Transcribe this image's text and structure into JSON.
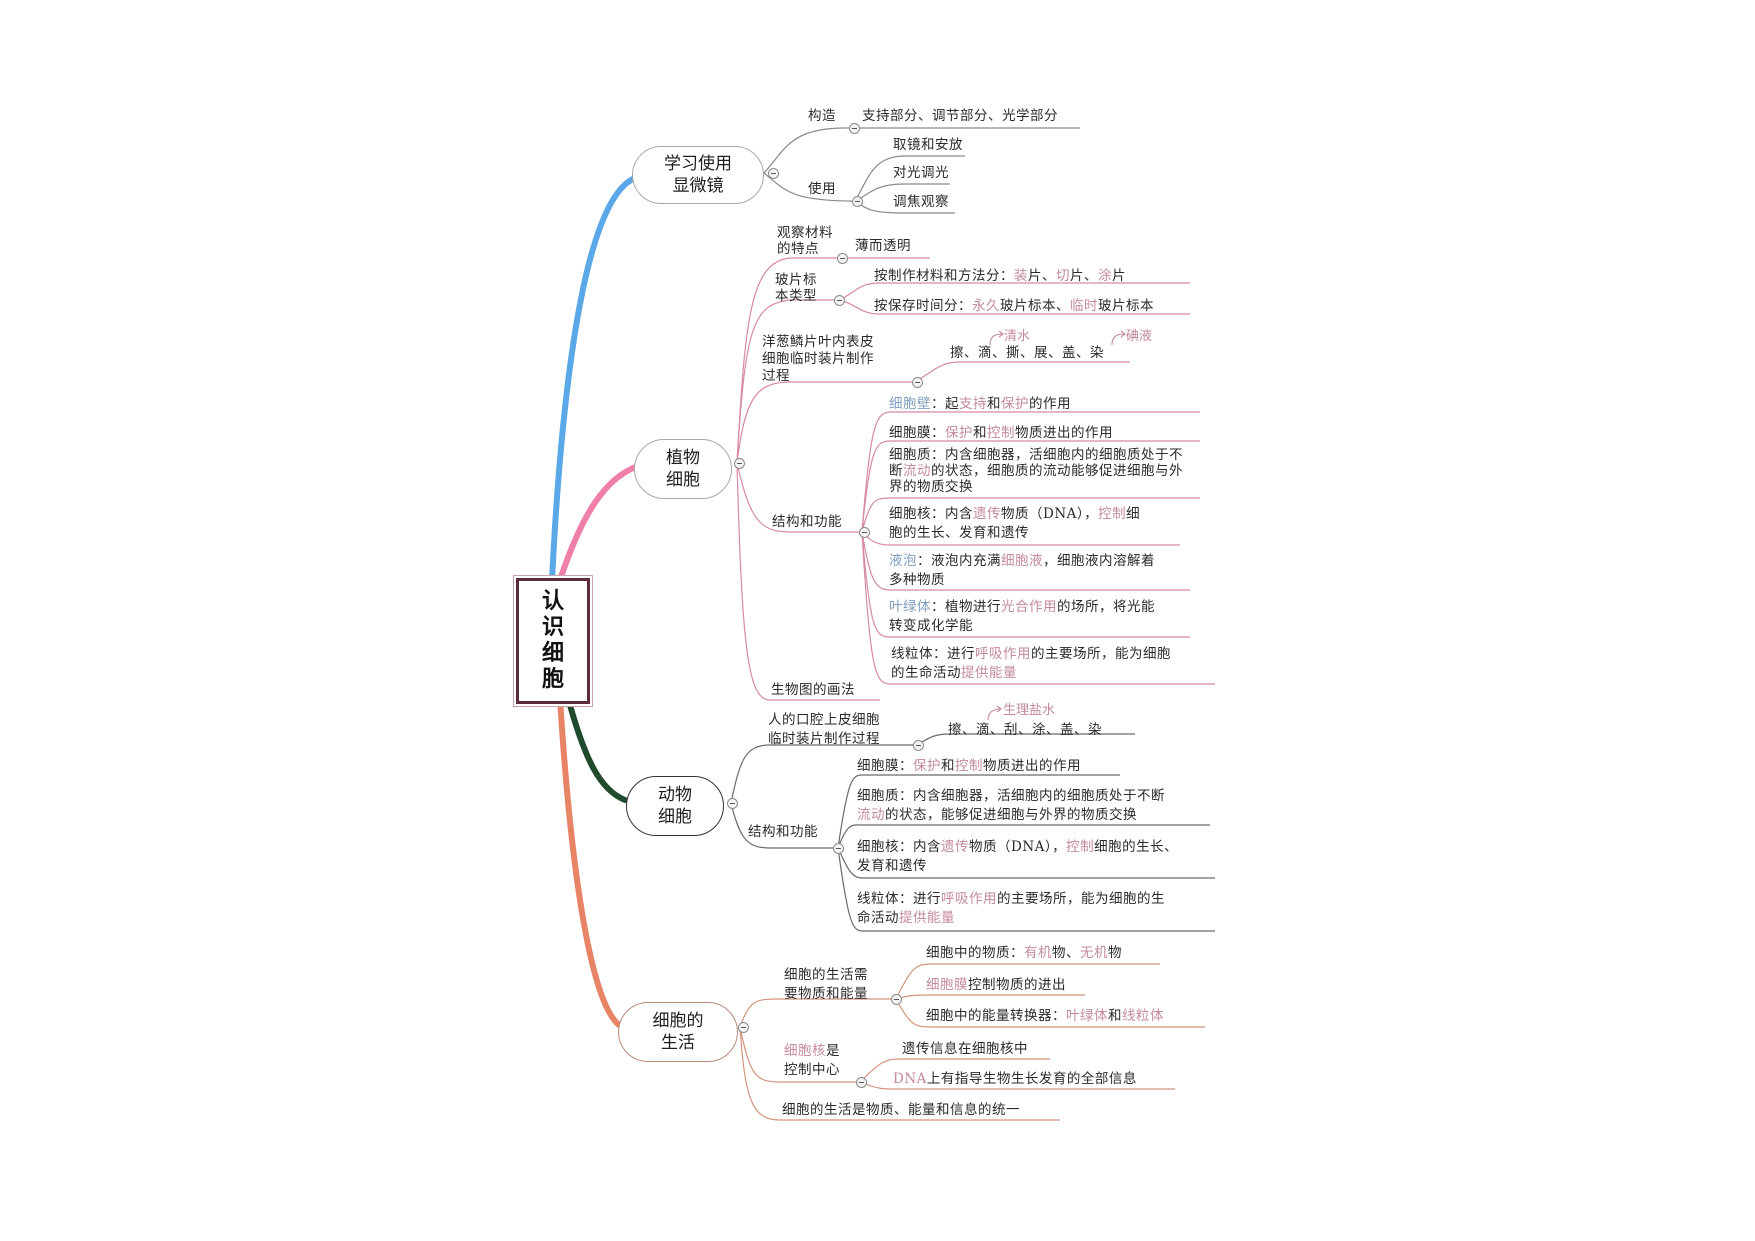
{
  "root": {
    "title": "认识细胞"
  },
  "branches": {
    "microscope": {
      "title": [
        "学习使用",
        "显微镜"
      ],
      "structure_label": "构造",
      "structure_detail": "支持部分、调节部分、光学部分",
      "use_label": "使用",
      "use_items": [
        "取镜和安放",
        "对光调光",
        "调焦观察"
      ]
    },
    "plant": {
      "title": [
        "植物",
        "细胞"
      ],
      "material_label": [
        "观察材料",
        "的特点"
      ],
      "material_detail": "薄而透明",
      "slide_label": [
        "玻片标",
        "本类型"
      ],
      "slide_by_method": {
        "pre": "按制作材料和方法分：",
        "a": "装",
        "a2": "片、",
        "b": "切",
        "b2": "片、",
        "c": "涂",
        "c2": "片"
      },
      "slide_by_time": {
        "pre": "按保存时间分：",
        "a": "永久",
        "a2": "玻片标本、",
        "b": "临时",
        "b2": "玻片标本"
      },
      "onion_label": [
        "洋葱鳞片叶内表皮",
        "细胞临时装片制作",
        "过程"
      ],
      "onion_steps": "擦、滴、撕、展、盖、染",
      "onion_note1": "清水",
      "onion_note2": "碘液",
      "structure_label": "结构和功能",
      "cell_wall": {
        "name": "细胞壁",
        "t1": "：起",
        "k1": "支持",
        "t2": "和",
        "k2": "保护",
        "t3": "的作用"
      },
      "membrane": {
        "name": "细胞膜：",
        "k1": "保护",
        "t1": "和",
        "k2": "控制",
        "t2": "物质进出的作用"
      },
      "cytoplasm": {
        "l1": "细胞质：内含细胞器，活细胞内的细胞质处于不",
        "l2a": "断",
        "l2k": "流动",
        "l2b": "的状态，细胞质的流动能够促进细胞与外",
        "l3": "界的物质交换"
      },
      "nucleus": {
        "l1a": "细胞核：内含",
        "k1": "遗传",
        "l1b": "物质（DNA），",
        "k2": "控制",
        "l1c": "细",
        "l2": "胞的生长、发育和遗传"
      },
      "vacuole": {
        "name": "液泡",
        "l1a": "：液泡内充满",
        "k1": "细胞液",
        "l1b": "，细胞液内溶解着",
        "l2": "多种物质"
      },
      "chloroplast": {
        "name": "叶绿体",
        "l1a": "：植物进行",
        "k1": "光合作用",
        "l1b": "的场所，将光能",
        "l2": "转变成化学能"
      },
      "mitochondria": {
        "l1a": "线粒体：进行",
        "k1": "呼吸作用",
        "l1b": "的主要场所，能为细胞",
        "l2a": "的生命活动",
        "k2": "提供能量"
      },
      "drawing_label": "生物图的画法"
    },
    "animal": {
      "title": [
        "动物",
        "细胞"
      ],
      "cheek_label": [
        "人的口腔上皮细胞",
        "临时装片制作过程"
      ],
      "cheek_steps": "擦、滴、刮、涂、盖、染",
      "cheek_note": "生理盐水",
      "structure_label": "结构和功能",
      "membrane": {
        "name": "细胞膜：",
        "k1": "保护",
        "t1": "和",
        "k2": "控制",
        "t2": "物质进出的作用"
      },
      "cytoplasm": {
        "l1": "细胞质：内含细胞器，活细胞内的细胞质处于不断",
        "l2k": "流动",
        "l2b": "的状态，能够促进细胞与外界的物质交换"
      },
      "nucleus": {
        "l1a": "细胞核：内含",
        "k1": "遗传",
        "l1b": "物质（DNA），",
        "k2": "控制",
        "l1c": "细胞的生长、",
        "l2": "发育和遗传"
      },
      "mitochondria": {
        "l1a": "线粒体：进行",
        "k1": "呼吸作用",
        "l1b": "的主要场所，能为细胞的生",
        "l2a": "命活动",
        "k2": "提供能量"
      }
    },
    "life": {
      "title": [
        "细胞的",
        "生活"
      ],
      "needs_label": [
        "细胞的生活需",
        "要物质和能量"
      ],
      "substances": {
        "t1": "细胞中的物质：",
        "k1": "有机",
        "t2": "物、",
        "k2": "无机",
        "t3": "物"
      },
      "membrane_ctrl": {
        "k1": "细胞膜",
        "t1": "控制物质的进出"
      },
      "converters": {
        "t1": "细胞中的能量转换器：",
        "k1": "叶绿体",
        "t2": "和",
        "k2": "线粒体"
      },
      "nucleus_label": {
        "k1": "细胞核",
        "t1": "是",
        "l2": "控制中心"
      },
      "genetic_info": "遗传信息在细胞核中",
      "dna_info": {
        "k1": "DNA",
        "t1": "上有指导生物生长发育的全部信息"
      },
      "unity": "细胞的生活是物质、能量和信息的统一"
    }
  },
  "colors": {
    "blue": "#5aa8e8",
    "pink": "#ef7fa8",
    "green": "#1f4a2c",
    "orange": "#e88466",
    "accent_pink": "#c48a9c",
    "accent_blue": "#7e9dbf"
  }
}
